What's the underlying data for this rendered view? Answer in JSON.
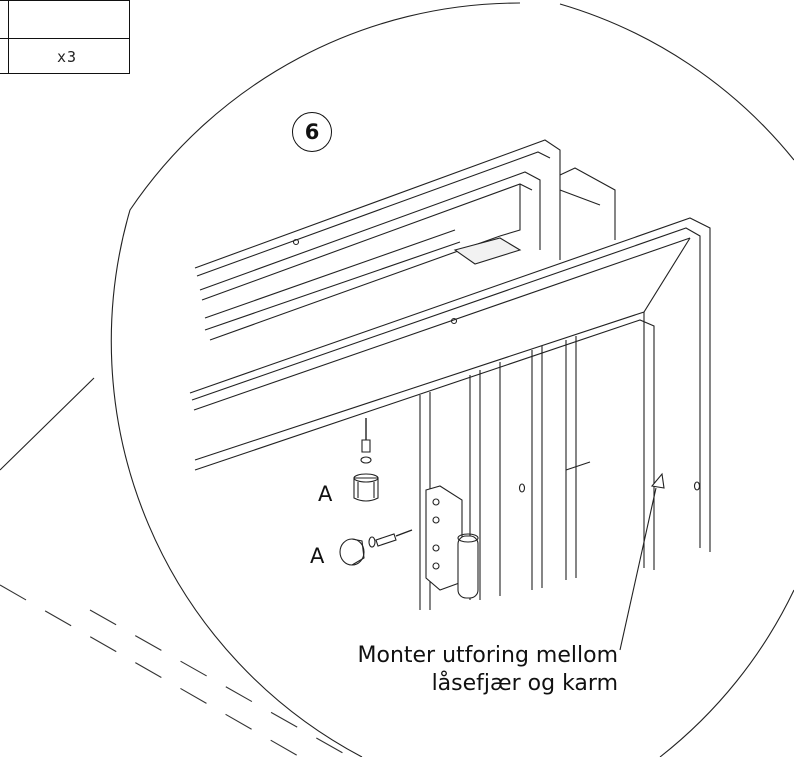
{
  "parts_table": {
    "quantity": "x3"
  },
  "step": {
    "number": "6"
  },
  "labels": {
    "part_a_top": "A",
    "part_a_bottom": "A"
  },
  "instruction": {
    "line1": "Monter utforing mellom",
    "line2": "låsefjær og karm"
  }
}
